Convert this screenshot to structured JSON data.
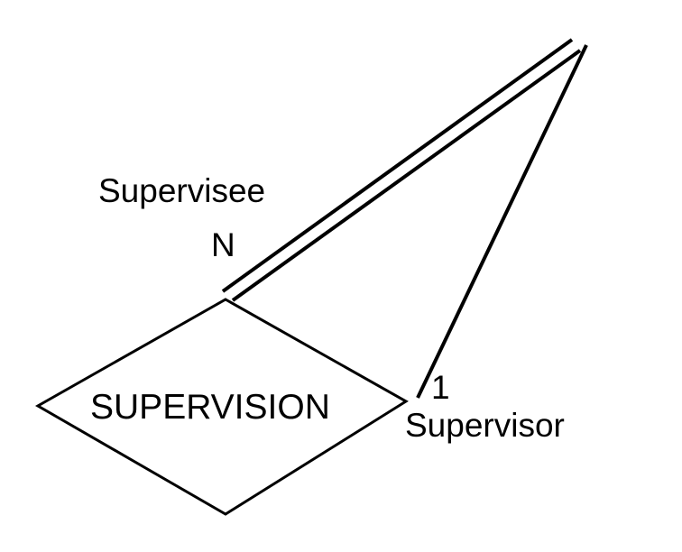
{
  "relationship": {
    "name": "SUPERVISION",
    "shape": "diamond",
    "identifying": false
  },
  "participations": [
    {
      "role": "Supervisee",
      "cardinality": "N",
      "participation": "total",
      "line_style": "double"
    },
    {
      "role": "Supervisor",
      "cardinality": "1",
      "participation": "partial",
      "line_style": "single"
    }
  ],
  "colors": {
    "stroke": "#000000",
    "fill": "#ffffff",
    "text": "#000000"
  }
}
